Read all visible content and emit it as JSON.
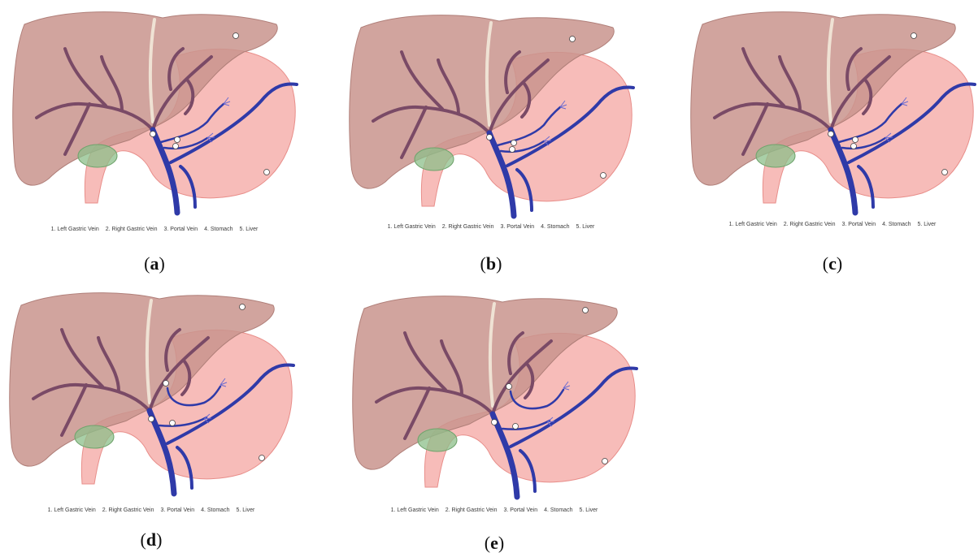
{
  "panels": [
    {
      "id": "a",
      "caption_open": "(",
      "caption_letter": "a",
      "caption_close": ")",
      "legend": [
        "1. Left Gastric Vein",
        "2. Right Gastric Vein",
        "3. Portal Vein",
        "4. Stomach",
        "5. Liver"
      ]
    },
    {
      "id": "b",
      "caption_open": "(",
      "caption_letter": "b",
      "caption_close": ")",
      "legend": [
        "1. Left Gastric Vein",
        "2. Right Gastric Vein",
        "3. Portal Vein",
        "4. Stomach",
        "5. Liver"
      ]
    },
    {
      "id": "c",
      "caption_open": "(",
      "caption_letter": "c",
      "caption_close": ")",
      "legend": [
        "1. Left Gastric Vein",
        "2. Right Gastric Vein",
        "3. Portal Vein",
        "4. Stomach",
        "5. Liver"
      ]
    },
    {
      "id": "d",
      "caption_open": "(",
      "caption_letter": "d",
      "caption_close": ")",
      "legend": [
        "1. Left Gastric Vein",
        "2. Right Gastric Vein",
        "3. Portal Vein",
        "4. Stomach",
        "5. Liver"
      ]
    },
    {
      "id": "e",
      "caption_open": "(",
      "caption_letter": "e",
      "caption_close": ")",
      "legend": [
        "1. Left Gastric Vein",
        "2. Right Gastric Vein",
        "3. Portal Vein",
        "4. Stomach",
        "5. Liver"
      ]
    }
  ],
  "colors": {
    "liver": "#c9948d",
    "liver_stroke": "#b07f79",
    "stomach": "#f6b0ad",
    "stomach_stroke": "#e88e8a",
    "portal_vein": "#2f3aa8",
    "hepatic_branch": "#7a4a66",
    "gallbladder": "#8cbf8a",
    "ligament": "#efe2d4"
  }
}
